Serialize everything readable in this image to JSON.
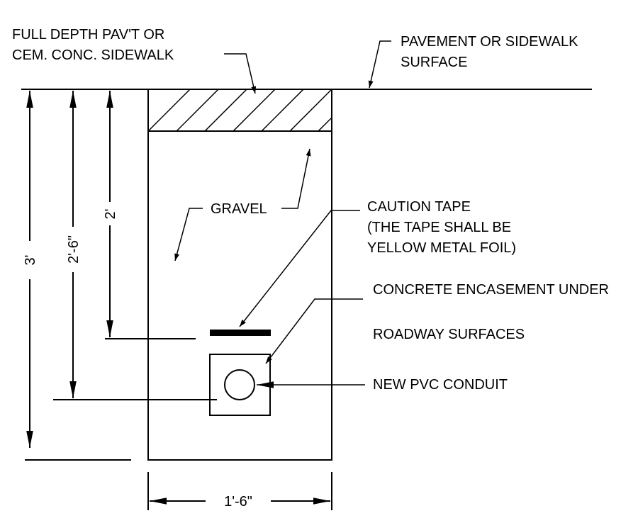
{
  "labels": {
    "full_depth_line1": "FULL DEPTH PAV'T OR",
    "full_depth_line2": "CEM. CONC. SIDEWALK",
    "pavement_line1": "PAVEMENT OR SIDEWALK",
    "pavement_line2": "SURFACE",
    "gravel": "GRAVEL",
    "caution_line1": "CAUTION TAPE",
    "caution_line2": "(THE TAPE SHALL BE",
    "caution_line3": "YELLOW METAL FOIL)",
    "concrete_line1": "CONCRETE ENCASEMENT UNDER",
    "concrete_line2": "ROADWAY SURFACES",
    "conduit": "NEW PVC CONDUIT"
  },
  "dimensions": {
    "depth_total": "3'",
    "depth_conduit": "2'-6\"",
    "depth_tape": "2'",
    "trench_width": "1'-6\""
  }
}
